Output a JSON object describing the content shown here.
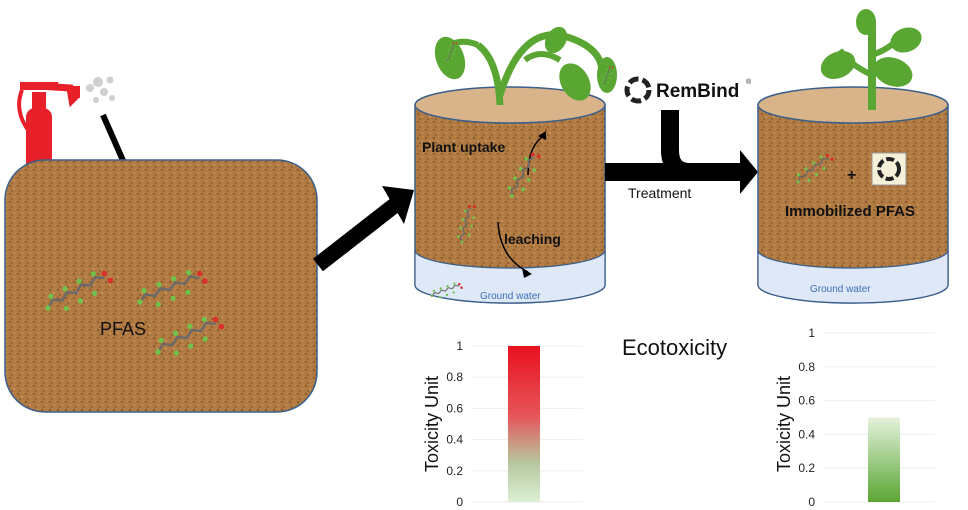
{
  "logo": {
    "name": "RemBind",
    "reg": "®"
  },
  "labels": {
    "pfas": "PFAS",
    "plant_uptake": "Plant uptake",
    "leaching": "leaching",
    "ground_water_1": "Ground water",
    "ground_water_2": "Ground water",
    "treatment": "Treatment",
    "immobilized": "Immobilized PFAS",
    "plus": "+",
    "ecotoxicity": "Ecotoxicity"
  },
  "colors": {
    "soil": "#b07a42",
    "leaf": "#5aa632",
    "extinguisher": "#e8202a",
    "water": "#dfe8f7"
  },
  "chart_data": [
    {
      "type": "bar",
      "categories": [
        ""
      ],
      "values": [
        1
      ],
      "ylabel": "Toxicity Unit",
      "ylim": [
        0,
        1
      ],
      "yticks": [
        "0",
        "0.2",
        "0.4",
        "0.6",
        "0.8",
        "1"
      ],
      "bar_color": "gradient red-to-light-green"
    },
    {
      "type": "bar",
      "categories": [
        ""
      ],
      "values": [
        0.5
      ],
      "ylabel": "Toxicity Unit",
      "ylim": [
        0,
        1
      ],
      "yticks": [
        "0",
        "0.2",
        "0.4",
        "0.6",
        "0.8",
        "1"
      ],
      "bar_color": "gradient light-to-dark green"
    }
  ]
}
